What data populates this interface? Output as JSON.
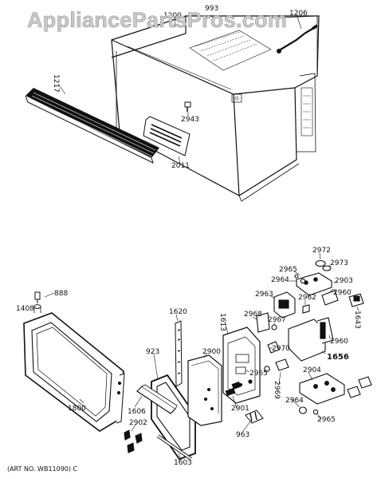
{
  "watermark": "AppliancePartsPros.com",
  "art_number": "(ART NO. WB11090) C",
  "part_labels": {
    "p993": "993",
    "p1200": "1200",
    "p1206": "1206",
    "p1217": "1217",
    "p2943": "2943",
    "p2011": "2011",
    "p2972": "2972",
    "p2973": "2973",
    "p2965a": "2965",
    "p2964a": "2964",
    "p2903": "2903",
    "p888": "888",
    "p1408": "1408",
    "p2963": "2963",
    "p2962": "2962",
    "p2960a": "2960",
    "p1620": "1620",
    "p2968": "2968",
    "p1613": "1613",
    "p2967": "2967",
    "p1643": "1643",
    "p2960b": "2960",
    "p1656": "1656",
    "p923": "923",
    "p2900": "2900",
    "p2970": "2970",
    "p2965b": "2965",
    "p2969": "2969",
    "p2904": "2904",
    "p1800": "1800",
    "p1606": "1606",
    "p2901": "2901",
    "p2964b": "2964",
    "p2965c": "2965",
    "p2902": "2902",
    "p963": "963",
    "p1603": "1603"
  }
}
